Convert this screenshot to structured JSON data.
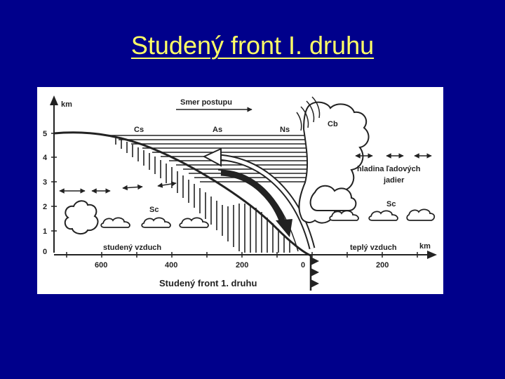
{
  "slide": {
    "title": "Studený front I. druhu",
    "background": "#00008b",
    "title_color": "#ffff66"
  },
  "diagram": {
    "y_unit": "km",
    "y_ticks": [
      "5",
      "4",
      "3",
      "2",
      "1",
      "0"
    ],
    "x_unit": "km",
    "x_ticks": [
      "600",
      "400",
      "200",
      "0",
      "200"
    ],
    "direction_label": "Smer postupu",
    "cloud_labels": {
      "cs": "Cs",
      "as": "As",
      "ns": "Ns",
      "cb": "Cb",
      "sc_left": "Sc",
      "sc_right": "Sc"
    },
    "ice_level_label_line1": "hladina ľadových",
    "ice_level_label_line2": "jadier",
    "cold_air_label": "studený vzduch",
    "warm_air_label": "teplý vzduch",
    "caption": "Studený front 1. druhu"
  }
}
